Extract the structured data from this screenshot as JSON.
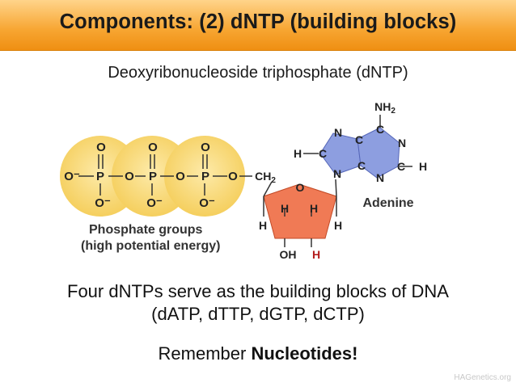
{
  "slide": {
    "title": "Components: (2) dNTP (building blocks)",
    "subtitle": "Deoxyribonucleoside triphosphate (dNTP)",
    "line1": "Four dNTPs serve as the building blocks of DNA",
    "line2": "(dATP, dTTP, dGTP, dCTP)",
    "remember_prefix": "Remember ",
    "remember_bold": "Nucleotides!",
    "watermark": "HAGenetics.org"
  },
  "diagram": {
    "phosphate_label_1": "Phosphate groups",
    "phosphate_label_2": "(high potential energy)",
    "base_label": "Adenine",
    "added_h": "H",
    "atoms": {
      "O": "O",
      "O_minus": "O⁻",
      "P": "P",
      "CH2": "CH",
      "sub2": "2",
      "H": "H",
      "OH": "OH",
      "N": "N",
      "C": "C",
      "NH2": "NH",
      "ring_O": "O"
    }
  },
  "colors": {
    "title_bar": "#f7a531",
    "phosphate_circle": "#f8d97a",
    "sugar": "#f07a55",
    "base": "#8d9ee0",
    "added_h": "#b31b1b"
  }
}
